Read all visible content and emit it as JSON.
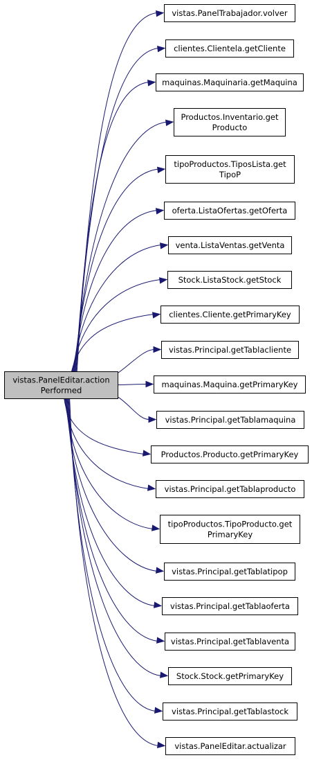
{
  "diagram": {
    "root": {
      "id": "root",
      "lines": [
        "vistas.PanelEditar.action",
        "Performed"
      ]
    },
    "callees": [
      {
        "id": "n1",
        "lines": [
          "vistas.PanelTrabajador.volver"
        ]
      },
      {
        "id": "n2",
        "lines": [
          "clientes.Clientela.getCliente"
        ]
      },
      {
        "id": "n3",
        "lines": [
          "maquinas.Maquinaria.getMaquina"
        ]
      },
      {
        "id": "n4",
        "lines": [
          "Productos.Inventario.get",
          "Producto"
        ]
      },
      {
        "id": "n5",
        "lines": [
          "tipoProductos.TiposLista.get",
          "TipoP"
        ]
      },
      {
        "id": "n6",
        "lines": [
          "oferta.ListaOfertas.getOferta"
        ]
      },
      {
        "id": "n7",
        "lines": [
          "venta.ListaVentas.getVenta"
        ]
      },
      {
        "id": "n8",
        "lines": [
          "Stock.ListaStock.getStock"
        ]
      },
      {
        "id": "n9",
        "lines": [
          "clientes.Cliente.getPrimaryKey"
        ]
      },
      {
        "id": "n10",
        "lines": [
          "vistas.Principal.getTablacliente"
        ]
      },
      {
        "id": "n11",
        "lines": [
          "maquinas.Maquina.getPrimaryKey"
        ]
      },
      {
        "id": "n12",
        "lines": [
          "vistas.Principal.getTablamaquina"
        ]
      },
      {
        "id": "n13",
        "lines": [
          "Productos.Producto.getPrimaryKey"
        ]
      },
      {
        "id": "n14",
        "lines": [
          "vistas.Principal.getTablaproducto"
        ]
      },
      {
        "id": "n15",
        "lines": [
          "tipoProductos.TipoProducto.get",
          "PrimaryKey"
        ]
      },
      {
        "id": "n16",
        "lines": [
          "vistas.Principal.getTablatipop"
        ]
      },
      {
        "id": "n17",
        "lines": [
          "vistas.Principal.getTablaoferta"
        ]
      },
      {
        "id": "n18",
        "lines": [
          "vistas.Principal.getTablaventa"
        ]
      },
      {
        "id": "n19",
        "lines": [
          "Stock.Stock.getPrimaryKey"
        ]
      },
      {
        "id": "n20",
        "lines": [
          "vistas.Principal.getTablastock"
        ]
      },
      {
        "id": "n21",
        "lines": [
          "vistas.PanelEditar.actualizar"
        ]
      }
    ],
    "colors": {
      "edge": "#191970",
      "root_fill": "#bfbfbf",
      "node_fill": "#ffffff",
      "border": "#000000"
    }
  }
}
